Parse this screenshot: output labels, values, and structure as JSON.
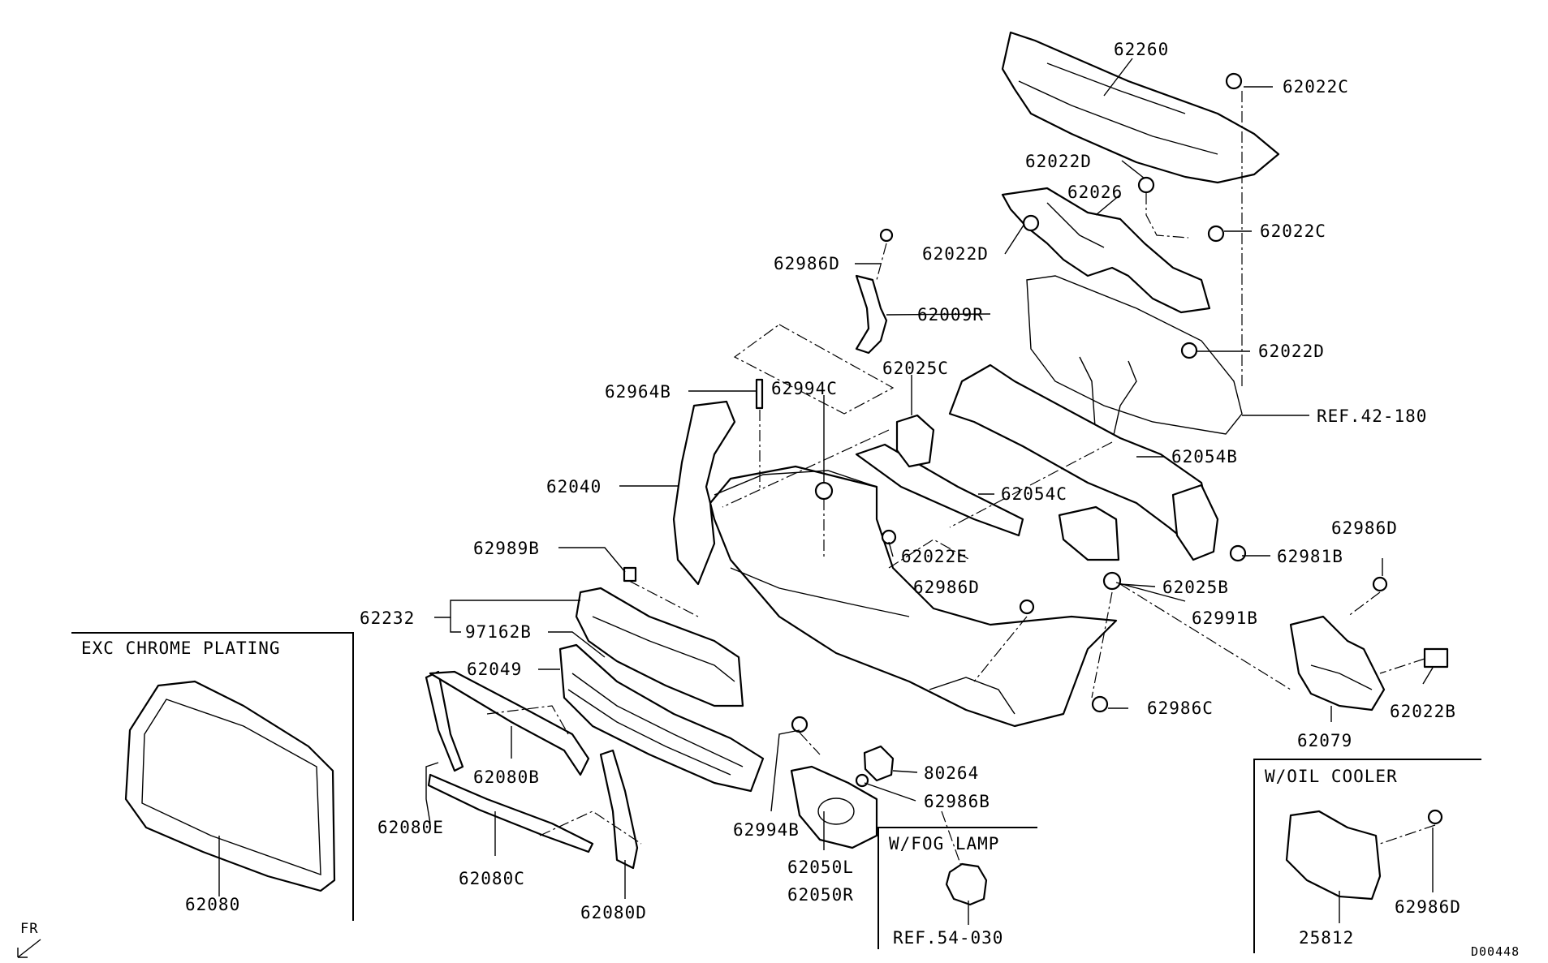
{
  "diagram_code": "D00448",
  "orientation_label": "FR",
  "callouts": {
    "c62260": "62260",
    "c62022C_top": "62022C",
    "c62022D_a": "62022D",
    "c62026": "62026",
    "c62022C_b": "62022C",
    "c62022D_b": "62022D",
    "c62986D_a": "62986D",
    "c62009R": "62009R",
    "c62022D_c": "62022D",
    "c62025C": "62025C",
    "c62964B": "62964B",
    "c62994C": "62994C",
    "cREF42": "REF.42-180",
    "c62054B": "62054B",
    "c62040": "62040",
    "c62054C": "62054C",
    "c62986D_b": "62986D",
    "c62989B": "62989B",
    "c62022E": "62022E",
    "c62981B": "62981B",
    "c62025B": "62025B",
    "c62986D_c": "62986D",
    "c62232": "62232",
    "c97162B": "97162B",
    "c62991B": "62991B",
    "c62049": "62049",
    "c62986C": "62986C",
    "c62022B": "62022B",
    "c62079": "62079",
    "c80264": "80264",
    "c62080B": "62080B",
    "c62986B": "62986B",
    "c62994B": "62994B",
    "c62080E": "62080E",
    "c62050L": "62050L",
    "c62050R": "62050R",
    "c62080C": "62080C",
    "c62080D": "62080D",
    "c62080": "62080",
    "c25812": "25812",
    "c62986D_d": "62986D",
    "cREF54": "REF.54-030"
  },
  "boxes": {
    "chrome": "EXC CHROME PLATING",
    "fog": "W/FOG LAMP",
    "oil": "W/OIL COOLER"
  }
}
